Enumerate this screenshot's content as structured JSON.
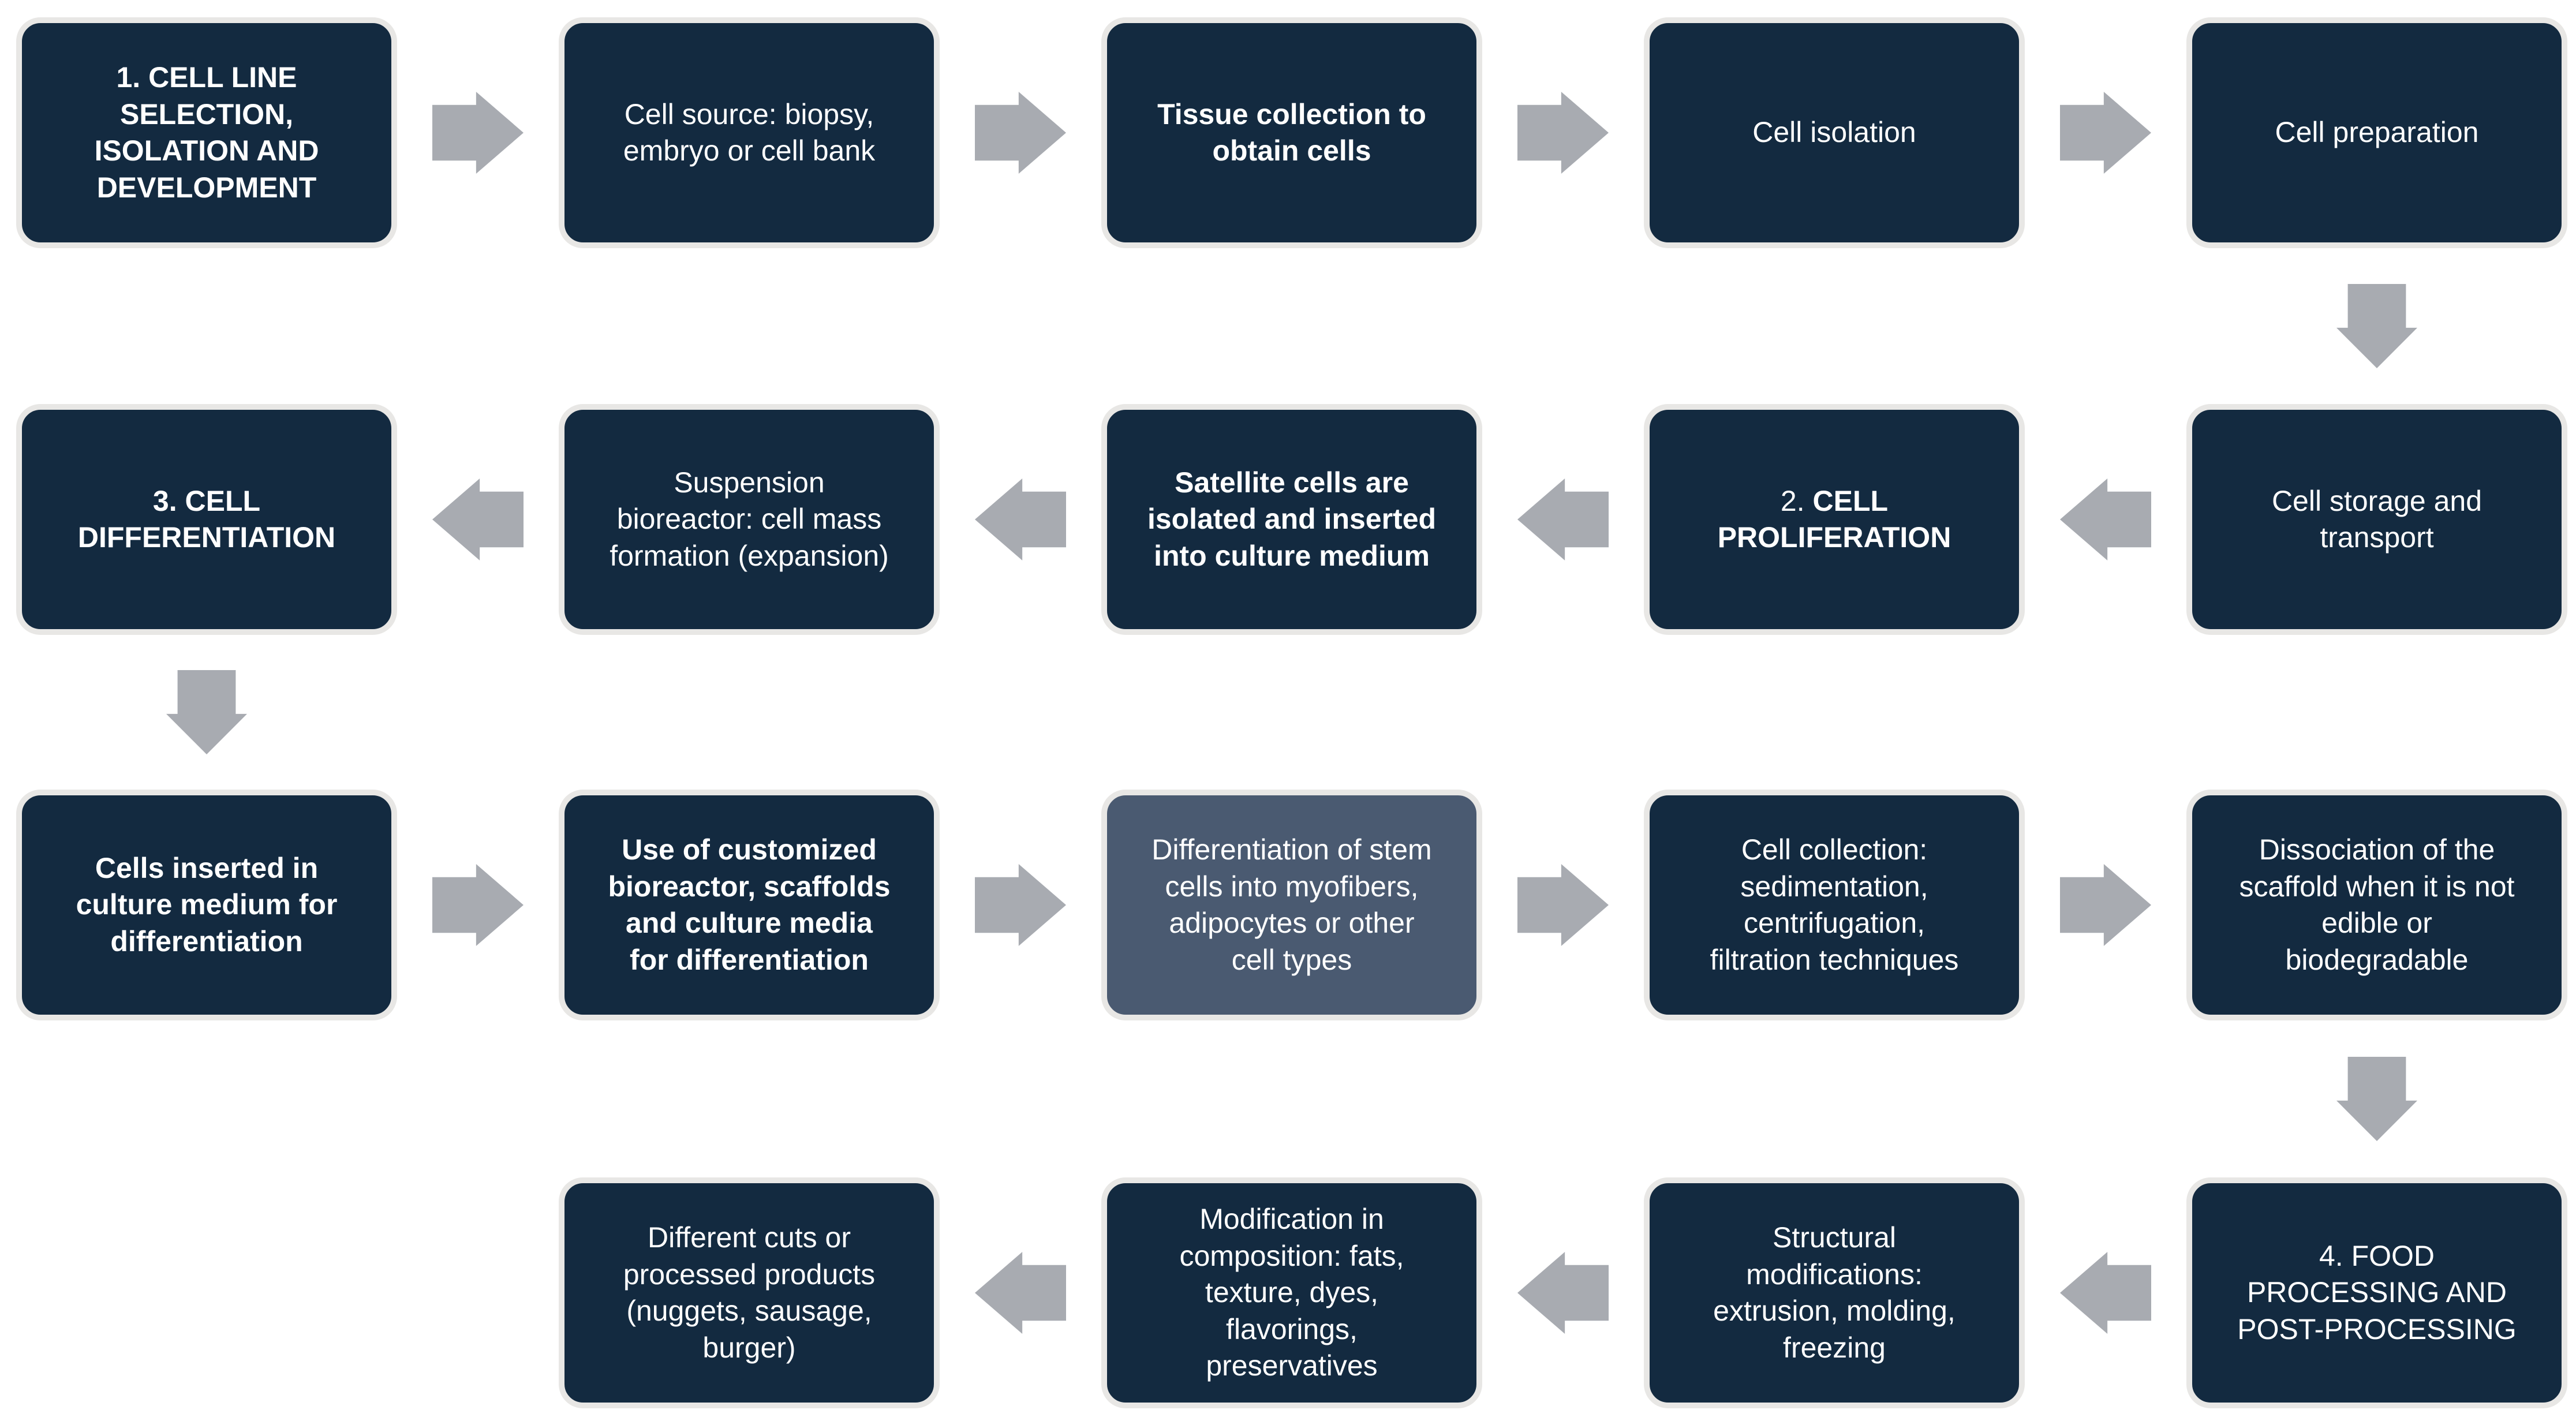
{
  "page": {
    "background": "#ffffff"
  },
  "colors": {
    "box_fill": "#132a40",
    "box_fill_highlight": "#4a5a71",
    "box_border": "#e8e7e5",
    "arrow": "#a8abb1",
    "text": "#ffffff"
  },
  "rows": [
    {
      "flow": "left-to-right",
      "boxes": [
        {
          "text": "1. CELL LINE\nSELECTION,\nISOLATION AND\nDEVELOPMENT",
          "bold": true
        },
        {
          "text": "Cell source: biopsy,\nembryo or cell bank",
          "bold": false
        },
        {
          "text": "Tissue collection to\nobtain cells",
          "bold": true
        },
        {
          "text": "Cell isolation",
          "bold": false
        },
        {
          "text": "Cell preparation",
          "bold": false
        }
      ]
    },
    {
      "flow": "right-to-left",
      "boxes": [
        {
          "text": "3. CELL\nDIFFERENTIATION",
          "bold": true
        },
        {
          "text": "Suspension\nbioreactor: cell mass\nformation (expansion)",
          "bold": false
        },
        {
          "text": "Satellite cells are\nisolated and inserted\ninto culture medium",
          "bold": true
        },
        {
          "prefix": "2. ",
          "text": "CELL\nPROLIFERATION",
          "bold": true
        },
        {
          "text": "Cell storage and\ntransport",
          "bold": false
        }
      ]
    },
    {
      "flow": "left-to-right",
      "boxes": [
        {
          "text": "Cells inserted in\nculture medium for\ndifferentiation",
          "bold": true
        },
        {
          "text": "Use of customized\nbioreactor, scaffolds\nand culture media\nfor differentiation",
          "bold": true
        },
        {
          "text": "Differentiation of stem\ncells into myofibers,\nadipocytes or other\ncell types",
          "bold": false,
          "highlight": true
        },
        {
          "text": "Cell collection:\nsedimentation,\ncentrifugation,\nfiltration techniques",
          "bold": false
        },
        {
          "text": "Dissociation of the\nscaffold when it is not\nedible or\nbiodegradable",
          "bold": false
        }
      ]
    },
    {
      "flow": "right-to-left",
      "boxes": [
        {
          "text": "Different cuts or\nprocessed products\n(nuggets, sausage,\nburger)",
          "bold": false
        },
        {
          "text": "Modification in\ncomposition: fats,\ntexture, dyes,\nflavorings,\npreservatives",
          "bold": false
        },
        {
          "text": "Structural\nmodifications:\nextrusion, molding,\nfreezing",
          "bold": false
        },
        {
          "text": "4. FOOD\nPROCESSING AND\nPOST-PROCESSING",
          "bold": false
        }
      ]
    }
  ],
  "connectors": {
    "down": [
      {
        "from": "Cell preparation",
        "to": "Cell storage and transport"
      },
      {
        "from": "3. CELL DIFFERENTIATION",
        "to": "Cells inserted in culture medium for differentiation"
      },
      {
        "from": "Dissociation of the scaffold when it is not edible or biodegradable",
        "to": "4. FOOD PROCESSING AND POST-PROCESSING"
      }
    ]
  }
}
